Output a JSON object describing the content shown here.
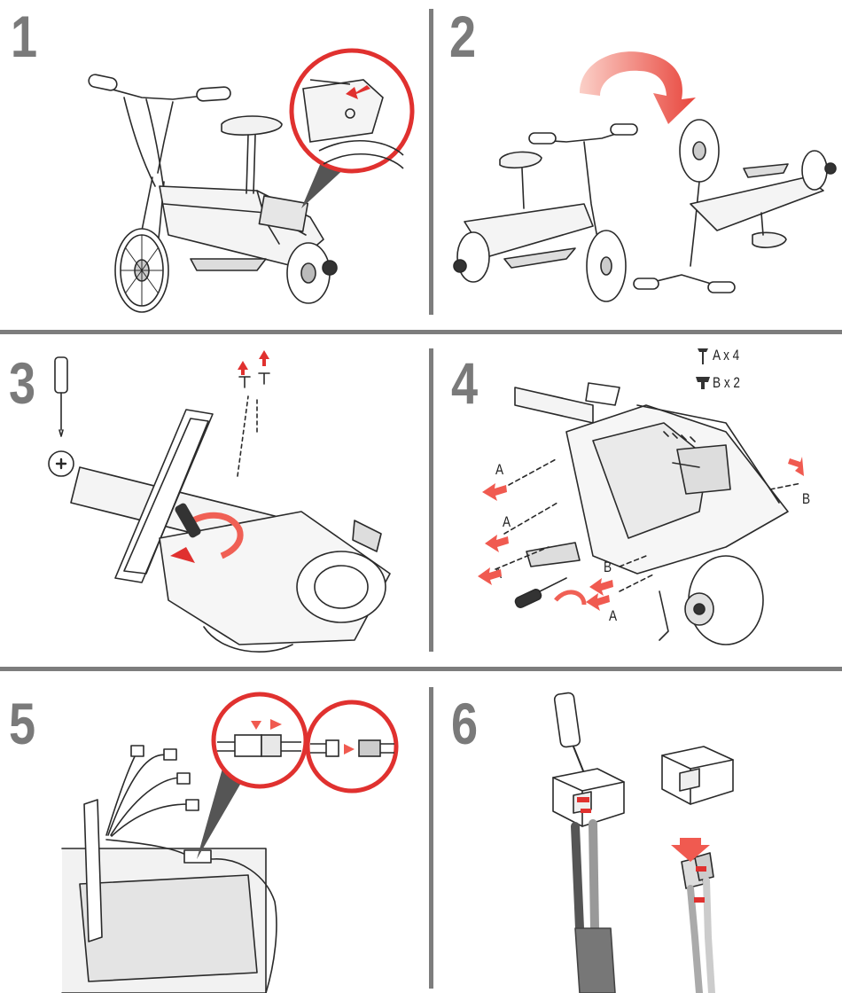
{
  "steps": [
    {
      "number": "1"
    },
    {
      "number": "2"
    },
    {
      "number": "3"
    },
    {
      "number": "4"
    },
    {
      "number": "5"
    },
    {
      "number": "6"
    }
  ],
  "step4_legend": {
    "screw_a": "A x 4",
    "screw_b": "B x 2"
  },
  "step4_labels": {
    "a1": "A",
    "a2": "A",
    "a3": "A",
    "a4": "A",
    "b_left": "B",
    "b_right": "B"
  },
  "colors": {
    "accent_red": "#e0312f",
    "arrow_red": "#f05a50",
    "divider_gray": "#7d7d7d",
    "number_gray": "#7a7a7a",
    "line": "#2a2a2a"
  },
  "icons": [
    "phillips-head-icon",
    "screwdriver-icon",
    "rotate-arrow-icon",
    "magnifier-circle-icon"
  ]
}
